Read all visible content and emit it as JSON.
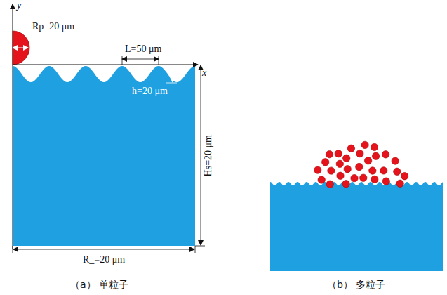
{
  "diagram": {
    "labels": [
      "y",
      "x",
      "Rp=20 μm",
      "L=50 μm",
      "h=20 μm",
      "Hs=20 μm",
      "R_=20 μm",
      "（a） 单粒子",
      "（b） 多粒子"
    ]
  }
}
